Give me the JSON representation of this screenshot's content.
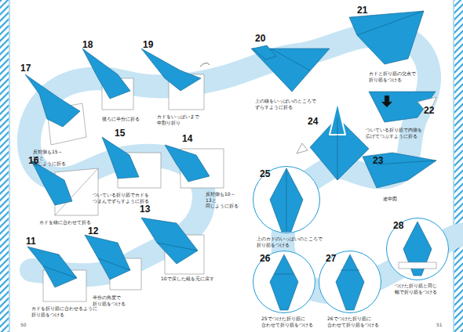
{
  "diagram": {
    "nodes": [
      {
        "text": [
          "25",
          "上のカドのいっぱいのところで 折り筋をつける"
        ]
      },
      {
        "text": [
          "26",
          "25でつけた折り筋に 合わせて折り筋をつける"
        ]
      },
      {
        "text": [
          "27",
          "26でつけた折り筋に 合わせて折り筋をつける"
        ]
      },
      {
        "text": [
          "28",
          "つけた折り筋と同じ 幅で折り筋をつける"
        ]
      }
    ],
    "labels": [
      "17",
      "反対側も15～16と 同じように折る",
      "18",
      "後ろに半分に折る",
      "19",
      "カドをいっぱいまで 中割り折り",
      "20",
      "上の線をいっぱいのところで ずらすように折る",
      "21",
      "カドと折り筋の交点で 折り筋をつける",
      "22",
      "ついている折り筋で内側を 広げてつぶすように折る",
      "23",
      "途中図",
      "24",
      "16",
      "カドを線に合わせて折る",
      "15",
      "ついている折り筋でカドを つまんでずらすように折る",
      "14",
      "反対側も10～13と 同じように折る",
      "13",
      "10で戻した紙を元に戻す",
      "12",
      "半分の角度で 折り筋をつける",
      "11",
      "カドを折り筋に合わせるように 折り筋をつける",
      "50",
      "51"
    ]
  }
}
